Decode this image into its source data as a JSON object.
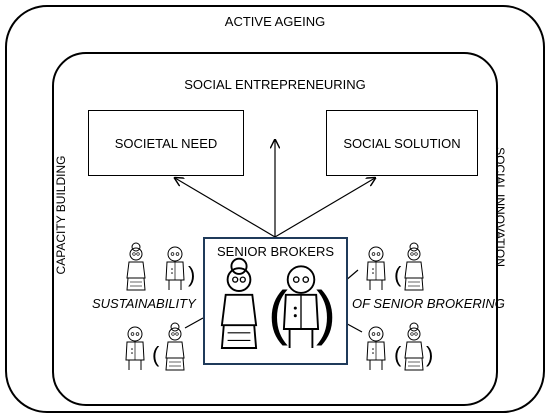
{
  "outer_label": "ACTIVE AGEING",
  "inner_label": "SOCIAL ENTREPRENEURING",
  "left_side_label": "CAPACITY BUILDING",
  "right_side_label": "SOCIAL INNOVATION",
  "need_box": "SOCIETAL NEED",
  "solution_box": "SOCIAL SOLUTION",
  "center_box": "SENIOR BROKERS",
  "left_caption": "SUSTAINABILITY",
  "right_caption": "OF SENIOR BROKERING",
  "colors": {
    "line": "#000000",
    "center_border": "#1f3a5a"
  }
}
